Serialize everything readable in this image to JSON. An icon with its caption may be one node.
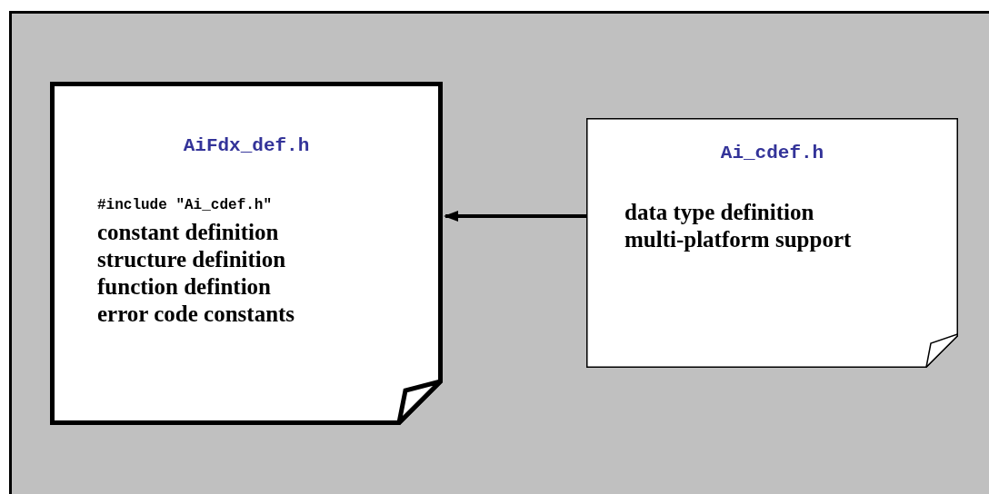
{
  "diagram": {
    "nodes": [
      {
        "text": [],
        "shape": "box"
      },
      {
        "text": [
          "AiFdx_def.h",
          "#include \"Ai_cdef.h\"",
          "constant definition",
          "structure definition",
          "function defintion",
          "error code constants"
        ],
        "in": 0
      },
      {
        "text": [
          "Ai_cdef.h",
          "data type definition",
          "multi-platform support"
        ],
        "in": 0
      }
    ],
    "edges": [
      {
        "from": 2,
        "to": 1,
        "arrow": "to"
      }
    ]
  }
}
